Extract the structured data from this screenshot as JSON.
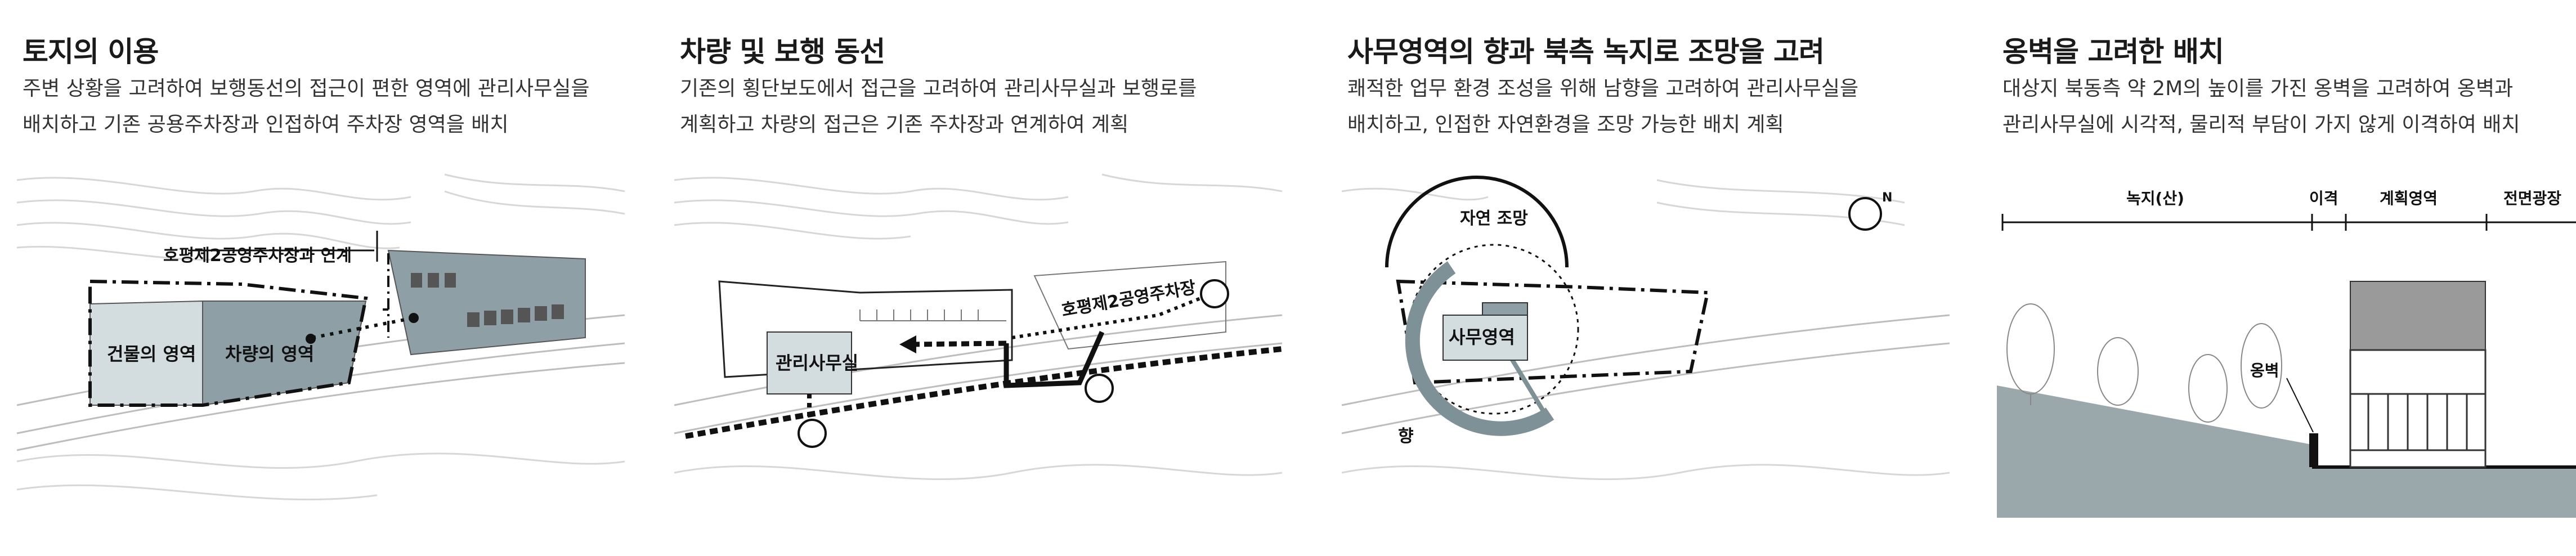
{
  "panels": [
    {
      "title": "토지의 이용",
      "desc": [
        "주변 상황을 고려하여 보행동선의 접근이 편한 영역에 관리사무실을",
        "배치하고 기존 공용주차장과 인접하여 주차장 영역을 배치"
      ],
      "labels": {
        "link": "호평제2공영주차장과 연계",
        "building": "건물의 영역",
        "vehicle": "차량의 영역"
      }
    },
    {
      "title": "차량 및 보행 동선",
      "desc": [
        "기존의 횡단보도에서 접근을 고려하여 관리사무실과 보행로를",
        "계획하고 차량의 접근은 기존 주차장과 연계하여 계획"
      ],
      "labels": {
        "office": "관리사무실",
        "parking": "호평제2공영주차장"
      }
    },
    {
      "title": "사무영역의 향과 북측 녹지로 조망을 고려",
      "desc": [
        "쾌적한 업무 환경 조성을 위해 남향을 고려하여 관리사무실을",
        "배치하고, 인접한 자연환경을 조망 가능한 배치 계획"
      ],
      "labels": {
        "view": "자연 조망",
        "office": "사무영역",
        "orientation": "향",
        "north": "N"
      }
    },
    {
      "title": "옹벽을 고려한 배치",
      "desc": [
        "대상지 북동측 약 2M의 높이를 가진 옹벽을 고려하여 옹벽과",
        "관리사무실에 시각적, 물리적 부담이 가지 않게 이격하여 배치"
      ],
      "labels": {
        "green": "녹지(산)",
        "gap": "이격",
        "plan": "계획영역",
        "plaza": "전면광장",
        "wall": "옹벽"
      }
    }
  ],
  "colors": {
    "vehicle_zone": "#8e9fa6",
    "building_zone": "#d3dcdf",
    "ground": "#9aa8ac",
    "accent": "#7e9196"
  }
}
